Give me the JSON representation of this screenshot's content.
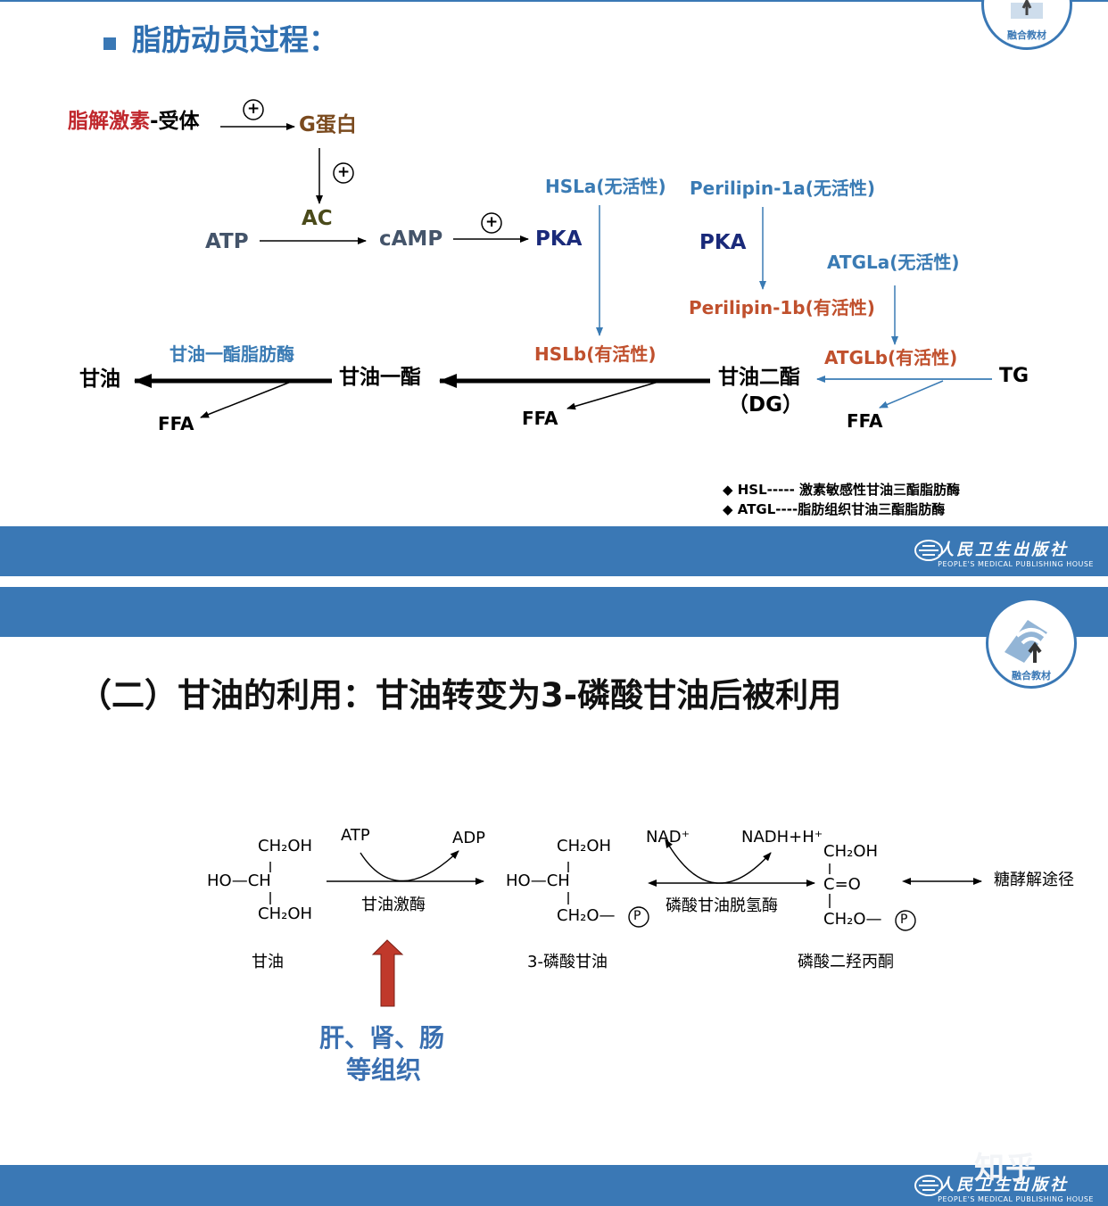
{
  "slide1": {
    "title": "脂肪动员过程：",
    "badge_text": "融合教材",
    "plus": "+",
    "hormone_red": "脂解激素",
    "hormone_rest": "-受体",
    "g_protein": "G蛋白",
    "ac": "AC",
    "atp": "ATP",
    "camp": "cAMP",
    "pka1": "PKA",
    "hsla": "HSLa(无活性)",
    "perilipin1a": "Perilipin-1a(无活性)",
    "pka2": "PKA",
    "atgla": "ATGLa(无活性)",
    "perilipin1b": "Perilipin-1b(有活性)",
    "atglb": "ATGLb(有活性)",
    "hslb": "HSLb(有活性)",
    "mgl": "甘油一酯脂肪酶",
    "glycerol": "甘油",
    "monoglyceride": "甘油一酯",
    "diglyceride": "甘油二酯",
    "dg": "（DG）",
    "tg": "TG",
    "ffa": "FFA",
    "note1": "◆ HSL----- 激素敏感性甘油三酯脂肪酶",
    "note2": "◆ ATGL----脂肪组织甘油三酯脂肪酶",
    "publisher_cn": "人民卫生出版社",
    "publisher_en": "PEOPLE'S MEDICAL PUBLISHING HOUSE"
  },
  "slide2": {
    "title": "（二）甘油的利用：甘油转变为3-磷酸甘油后被利用",
    "badge_text": "融合教材",
    "ch2oh": "CH₂OH",
    "ho_ch": "HO—CH",
    "ch2o_p": "CH₂O—",
    "p": "P",
    "c_eq_o": "C=O",
    "atp": "ATP",
    "adp": "ADP",
    "glycerol_kinase": "甘油激酶",
    "nad": "NAD⁺",
    "nadh": "NADH+H⁺",
    "g3p_dehydrogenase": "磷酸甘油脱氢酶",
    "glycolysis": "糖酵解途径",
    "label_glycerol": "甘油",
    "label_g3p": "3-磷酸甘油",
    "label_dhap": "磷酸二羟丙酮",
    "tissues_line1": "肝、肾、肠",
    "tissues_line2": "等组织",
    "publisher_cn": "人民卫生出版社",
    "publisher_en": "PEOPLE'S MEDICAL PUBLISHING HOUSE",
    "watermark": "知乎"
  },
  "colors": {
    "band_blue": "#3a78b5",
    "title_blue": "#2f6fb0",
    "hormone_red": "#c0282d",
    "g_protein_brown": "#7a4a1e",
    "ac_olive": "#4a4a1a",
    "slate": "#44546a",
    "navy": "#1a2a7a",
    "enzyme_blue": "#3a7bb4",
    "enzyme_orange": "#c0502d",
    "tissue_blue": "#3a6fb0",
    "arrow_red": "#c0392b"
  }
}
